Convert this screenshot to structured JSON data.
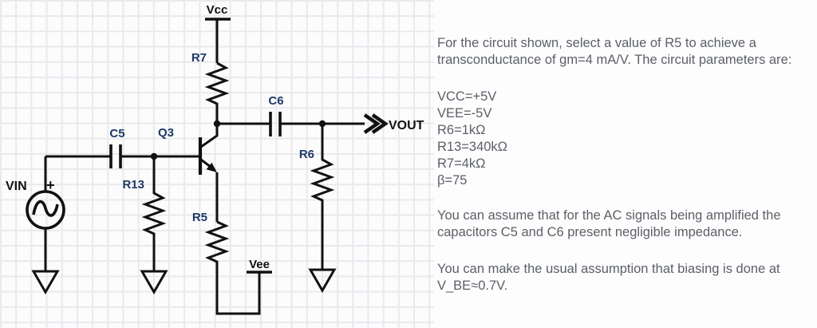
{
  "circuit": {
    "labels": {
      "vcc": "Vcc",
      "vee": "Vee",
      "vin": "VIN",
      "vout": "VOUT",
      "plus": "+",
      "q3": "Q3",
      "r5": "R5",
      "r6": "R6",
      "r7": "R7",
      "r13": "R13",
      "c5": "C5",
      "c6": "C6"
    },
    "colors": {
      "wire": "#111111",
      "component_label": "#1f3864",
      "net_label": "#111111",
      "grid_line": "#e9e9ee"
    }
  },
  "problem": {
    "intro": "For the circuit shown, select a value of R5 to achieve a transconductance of gm=4 mA/V. The circuit parameters are:",
    "parameters": [
      "VCC=+5V",
      "VEE=-5V",
      "R6=1kΩ",
      "R13=340kΩ",
      "R7=4kΩ",
      "β=75"
    ],
    "assumption_ac": "You can assume that for the AC signals being amplified the capacitors C5 and C6 present negligible impedance.",
    "assumption_bias": "You can make the usual assumption that biasing is done at V_BE≈0.7V."
  }
}
